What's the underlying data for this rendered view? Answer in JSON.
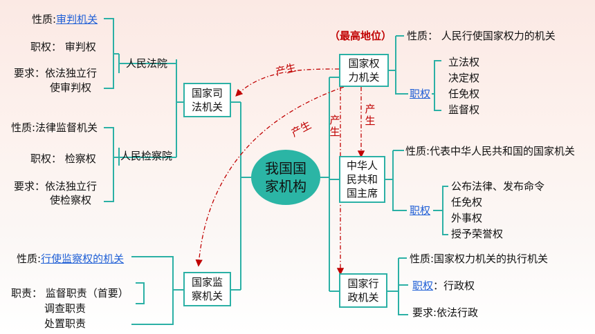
{
  "center": {
    "line1": "我国国",
    "line2": "家机构"
  },
  "court": {
    "name": "人民法院",
    "nature_label": "性质:",
    "nature_value": "审判机关",
    "power": "职权：  审判权",
    "req_line1": "要求：依法独立行",
    "req_line2": "使审判权"
  },
  "procuratorate": {
    "name": "人民检察院",
    "nature": "性质:法律监督机关",
    "power": "职权：  检察权",
    "req_line1": "要求：依法独立行",
    "req_line2": "使检察权"
  },
  "judicial": {
    "line1": "国家司",
    "line2": "法机关"
  },
  "supervision": {
    "box_line1": "国家监",
    "box_line2": "察机关",
    "nature_label": "性质:",
    "nature_value": "行使监察权的机关",
    "duty1": "职责：  监督职责（首要）",
    "duty2": "调查职责",
    "duty3": "处置职责"
  },
  "power_organ": {
    "box_line1": "国家权",
    "box_line2": "力机关",
    "top_label": "（最高地位）",
    "nature": "性质：  人民行使国家权力的机关",
    "power_label": "职权",
    "powers": [
      "立法权",
      "决定权",
      "任免权",
      "监督权"
    ]
  },
  "president": {
    "box_line1": "中华人",
    "box_line2": "民共和",
    "box_line3": "国主席",
    "nature": "性质:代表中华人民共和国的国家机关",
    "power_label": "职权",
    "powers": [
      "公布法律、发布命令",
      "任免权",
      "外事权",
      "授予荣誉权"
    ]
  },
  "admin": {
    "box_line1": "国家行",
    "box_line2": "政机关",
    "nature": "性质:国家权力机关的执行机关",
    "power_label": "职权",
    "power_value": "：行政权",
    "req": "要求:依法行政"
  },
  "arrows": {
    "label1": "产生",
    "label2": "产生",
    "vertical_label1": [
      "产",
      "生"
    ],
    "vertical_label2": [
      "产",
      "生"
    ]
  },
  "colors": {
    "line": "#2bb0a5",
    "arrow": "#c00000",
    "link": "#1f5fd6",
    "center": "#2bb5a5"
  }
}
